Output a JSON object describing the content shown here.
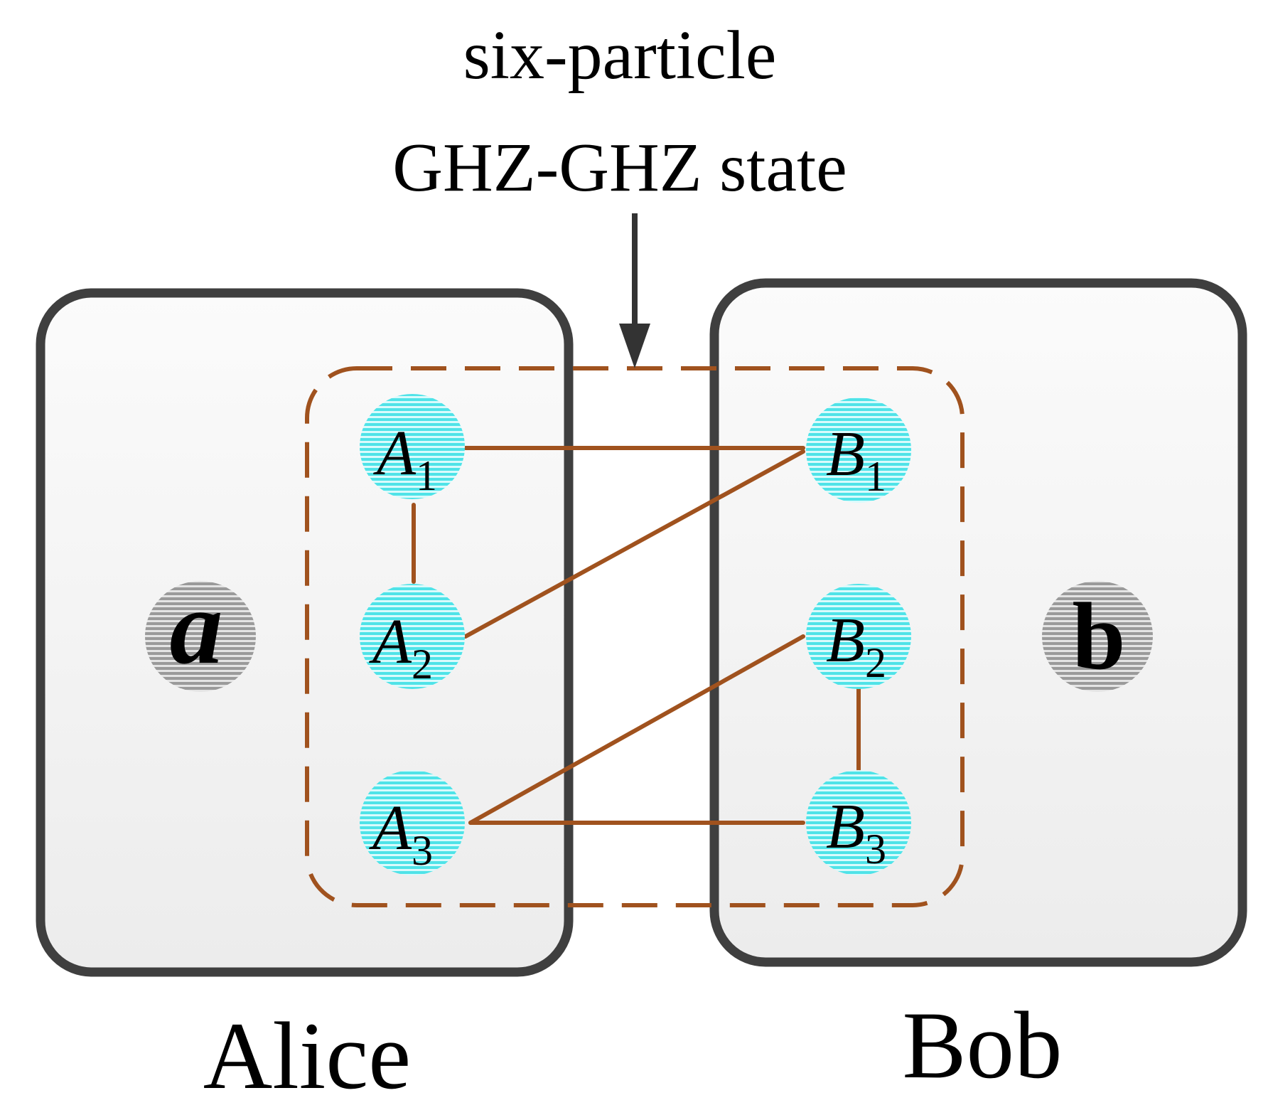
{
  "title": {
    "line1": "six-particle",
    "line2": "GHZ-GHZ state"
  },
  "parties": {
    "alice": {
      "label": "Alice"
    },
    "bob": {
      "label": "Bob"
    }
  },
  "particles": {
    "A1": {
      "letter": "A",
      "sub": "1"
    },
    "A2": {
      "letter": "A",
      "sub": "2"
    },
    "A3": {
      "letter": "A",
      "sub": "3"
    },
    "B1": {
      "letter": "B",
      "sub": "1"
    },
    "B2": {
      "letter": "B",
      "sub": "2"
    },
    "B3": {
      "letter": "B",
      "sub": "3"
    }
  },
  "qubits": {
    "a": {
      "label": "a"
    },
    "b": {
      "label": "b"
    }
  },
  "connections": [
    [
      "A1",
      "B1"
    ],
    [
      "A1",
      "A2"
    ],
    [
      "A2",
      "B1"
    ],
    [
      "A3",
      "B2"
    ],
    [
      "B2",
      "B3"
    ],
    [
      "A3",
      "B3"
    ]
  ],
  "colors": {
    "party_box_stroke": "#3f3f3f",
    "party_box_fill_top": "#fbfbfb",
    "party_box_fill_bottom": "#ececec",
    "entanglement_line": "#a0521e",
    "dashed_group": "#a0521e",
    "particle_fill": "#5fe6ea",
    "qubit_fill": "#a8a8a8",
    "arrow": "#333333"
  },
  "icons": {
    "arrow": "down-arrow-icon"
  }
}
